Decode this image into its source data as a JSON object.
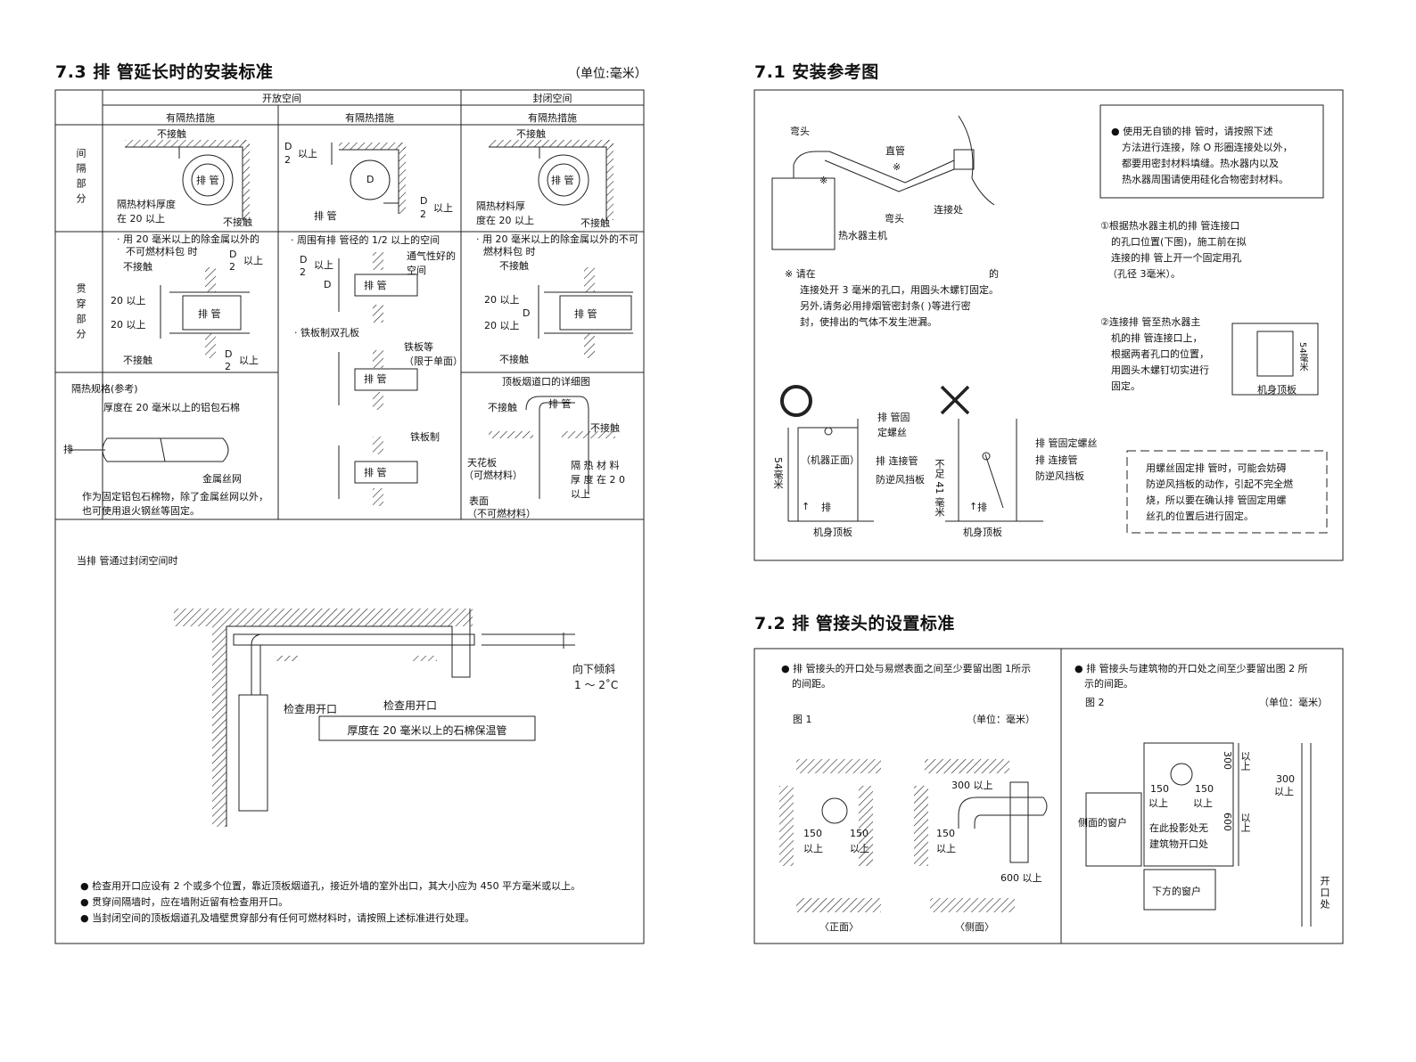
{
  "left": {
    "section_title": "7.3 排 管延长时的安装标准",
    "unit": "（单位:毫米）",
    "header": {
      "open_space": "开放空间",
      "closed_space": "封闭空间",
      "col1": "有隔热措施",
      "col2": "有隔热措施",
      "col3": "有隔热措施"
    },
    "row_labels": {
      "gap": "间隔部分",
      "through": "贯穿部分"
    },
    "gap": {
      "c1_no_contact": "不接触",
      "c1_pipe": "排 管",
      "c1_thickness_1": "隔热材料厚度",
      "c1_thickness_2": "在 20 以上",
      "c1_no_contact2": "不接触",
      "c2_d": "D",
      "c2_half": "D",
      "c2_two": "2",
      "c2_above": "以上",
      "c2_half_b": "D",
      "c2_two_b": "2",
      "c2_above_b": "以上",
      "c2_pipe": "排  管",
      "c3_no_contact": "不接触",
      "c3_pipe": "排 管",
      "c3_thickness_1": "隔热材料厚",
      "c3_thickness_2": "度在 20 以上",
      "c3_no_contact2": "不接触"
    },
    "through": {
      "c1_note_1": "· 用 20 毫米以上的除金属以外的",
      "c1_note_2": "不可燃材料包  时",
      "c1_no_contact": "不接触",
      "c1_above20_a": "20 以上",
      "c1_above20_b": "20 以上",
      "c1_pipe": "排  管",
      "c1_no_contact2": "不接触",
      "c1_half": "D",
      "c1_two": "2",
      "c1_above": "以上",
      "c1_half_b": "D",
      "c1_two_b": "2",
      "c1_above_b": "以上",
      "c2_note": "· 周围有排  管径的 1/2 以上的空间",
      "c2_vent_1": "通气性好的",
      "c2_vent_2": "空间",
      "c2_pipe": "排  管",
      "c2_iron_double": "· 铁板制双孔板",
      "c2_iron_1": "铁板等",
      "c2_iron_2": "（限于单面）",
      "c2_pipe2": "排  管",
      "c2_iron_made": "铁板制",
      "c2_pipe3": "排  管",
      "c2_D": "D",
      "c2_half": "D",
      "c2_two": "2",
      "c2_above": "以上",
      "c3_note_1": "· 用 20 毫米以上的除金属以外的不可",
      "c3_note_2": "燃材料包  时",
      "c3_no_contact": "不接触",
      "c3_above20_a": "20 以上",
      "c3_above20_b": "20 以上",
      "c3_D": "D",
      "c3_pipe": "排  管",
      "c3_no_contact2": "不接触"
    },
    "insulation": {
      "title": "隔热规格(参考)",
      "thickness": "厚度在 20 毫米以上的铝包石棉",
      "exhaust": "排",
      "mesh": "金属丝网",
      "note_1": "作为固定铝包石棉物，除了金属丝网以外，",
      "note_2": "也可使用退火钢丝等固定。"
    },
    "ceiling_detail": {
      "title": "顶板烟道口的详细图",
      "no_contact": "不接触",
      "pipe": "排  管",
      "no_contact2": "不接触",
      "ceiling_1": "天花板",
      "ceiling_2": "（可燃材料）",
      "insul_1": "隔 热 材 料",
      "insul_2": "厚 度 在 2 0",
      "insul_3": "以上",
      "surface_1": "表面",
      "surface_2": "（不可燃材料）"
    },
    "closed_section": {
      "title": "当排  管通过封闭空间时",
      "slope_1": "向下倾斜",
      "slope_2": "1 ～ 2˚C",
      "check_1": "检查用开口",
      "check_2": "检查用开口",
      "asbestos": "厚度在 20 毫米以上的石棉保温管"
    },
    "bullets": [
      "检查用开口应设有 2 个或多个位置，靠近顶板烟道孔，接近外墙的室外出口，其大小应为 450 平方毫米或以上。",
      "贯穿间隔墙时，应在墙附近留有检查用开口。",
      "当封闭空间的顶板烟道孔及墙壁贯穿部分有任何可燃材料时，请按照上述标准进行处理。"
    ]
  },
  "right": {
    "s71_title": "7.1 安装参考图",
    "s71": {
      "elbow": "弯头",
      "straight": "直管",
      "mark": "※",
      "mark2": "※",
      "elbow2": "弯头",
      "joint": "连接处",
      "heater": "热水器主机",
      "note_star": "※ 请在",
      "note_de": "的",
      "note_2": "连接处开 3 毫米的孔口，用圆头木螺钉固定。",
      "note_3": "另外,请务必用排烟管密封条(       )等进行密",
      "note_4": "封，使排出的气体不发生泄漏。",
      "box_1": "● 使用无自锁的排  管时，请按照下述",
      "box_2": "方法进行连接，除 O 形圈连接处以外，",
      "box_3": "都要用密封材料填缝。热水器内以及",
      "box_4": "热水器周围请使用硅化合物密封材料。",
      "step1_1": "①根据热水器主机的排  管连接口",
      "step1_2": "的孔口位置(下图)，施工前在拟",
      "step1_3": "连接的排  管上开一个固定用孔",
      "step1_4": "（孔径 3毫米）。",
      "step2_1": "②连接排  管至热水器主",
      "step2_2": "机的排  管连接口上，",
      "step2_3": "根据两者孔口的位置，",
      "step2_4": "用圆头木螺钉切实进行",
      "step2_5": "固定。",
      "dim54_small": "54毫米",
      "top_plate_small": "机身顶板",
      "ok_screw_1": "排  管固",
      "ok_screw_2": "定螺丝",
      "ok_front": "（机器正面）",
      "ok_conn": "排  连接管",
      "ok_baffle": "防逆风挡板",
      "ok_exhaust": "排",
      "ok_dim": "54毫米",
      "ok_top": "机身顶板",
      "ng_screw": "排  管固定螺丝",
      "ng_conn": "排  连接管",
      "ng_baffle": "防逆风挡板",
      "ng_exhaust": "排",
      "ng_dim": "不足 41 毫米",
      "ng_top": "机身顶板",
      "warn_1": "用螺丝固定排  管时，可能会妨碍",
      "warn_2": "防逆风挡板的动作，引起不完全燃",
      "warn_3": "烧，所以要在确认排  管固定用螺",
      "warn_4": "丝孔的位置后进行固定。"
    },
    "s72_title": "7.2 排  管接头的设置标准",
    "s72": {
      "left_note_1": "● 排  管接头的开口处与易燃表面之间至少要留出图 1所示",
      "left_note_2": "的间距。",
      "fig1": "图 1",
      "unit1": "（单位：毫米）",
      "dim150_a": "150",
      "above_a": "以上",
      "dim150_b": "150",
      "above_b": "以上",
      "dim300": "300 以上",
      "dim150_c": "150",
      "above_c": "以上",
      "dim600": "600 以上",
      "front": "〈正面〉",
      "side": "〈侧面〉",
      "right_note_1": "● 排  管接头与建筑物的开口处之间至少要留出图 2 所",
      "right_note_2": "示的间距。",
      "fig2": "图 2",
      "unit2": "（单位：毫米）",
      "dim150_d": "150",
      "above_d": "以上",
      "dim150_e": "150",
      "above_e": "以上",
      "dim300v": "300",
      "above_v": "以上",
      "dim600v": "600",
      "above_v2": "以上",
      "dim300r": "300",
      "above_r": "以上",
      "side_window": "侧面的窗户",
      "proj_1": "在此投影处无",
      "proj_2": "建筑物开口处",
      "lower_window": "下方的窗户",
      "opening": "开口处"
    }
  }
}
